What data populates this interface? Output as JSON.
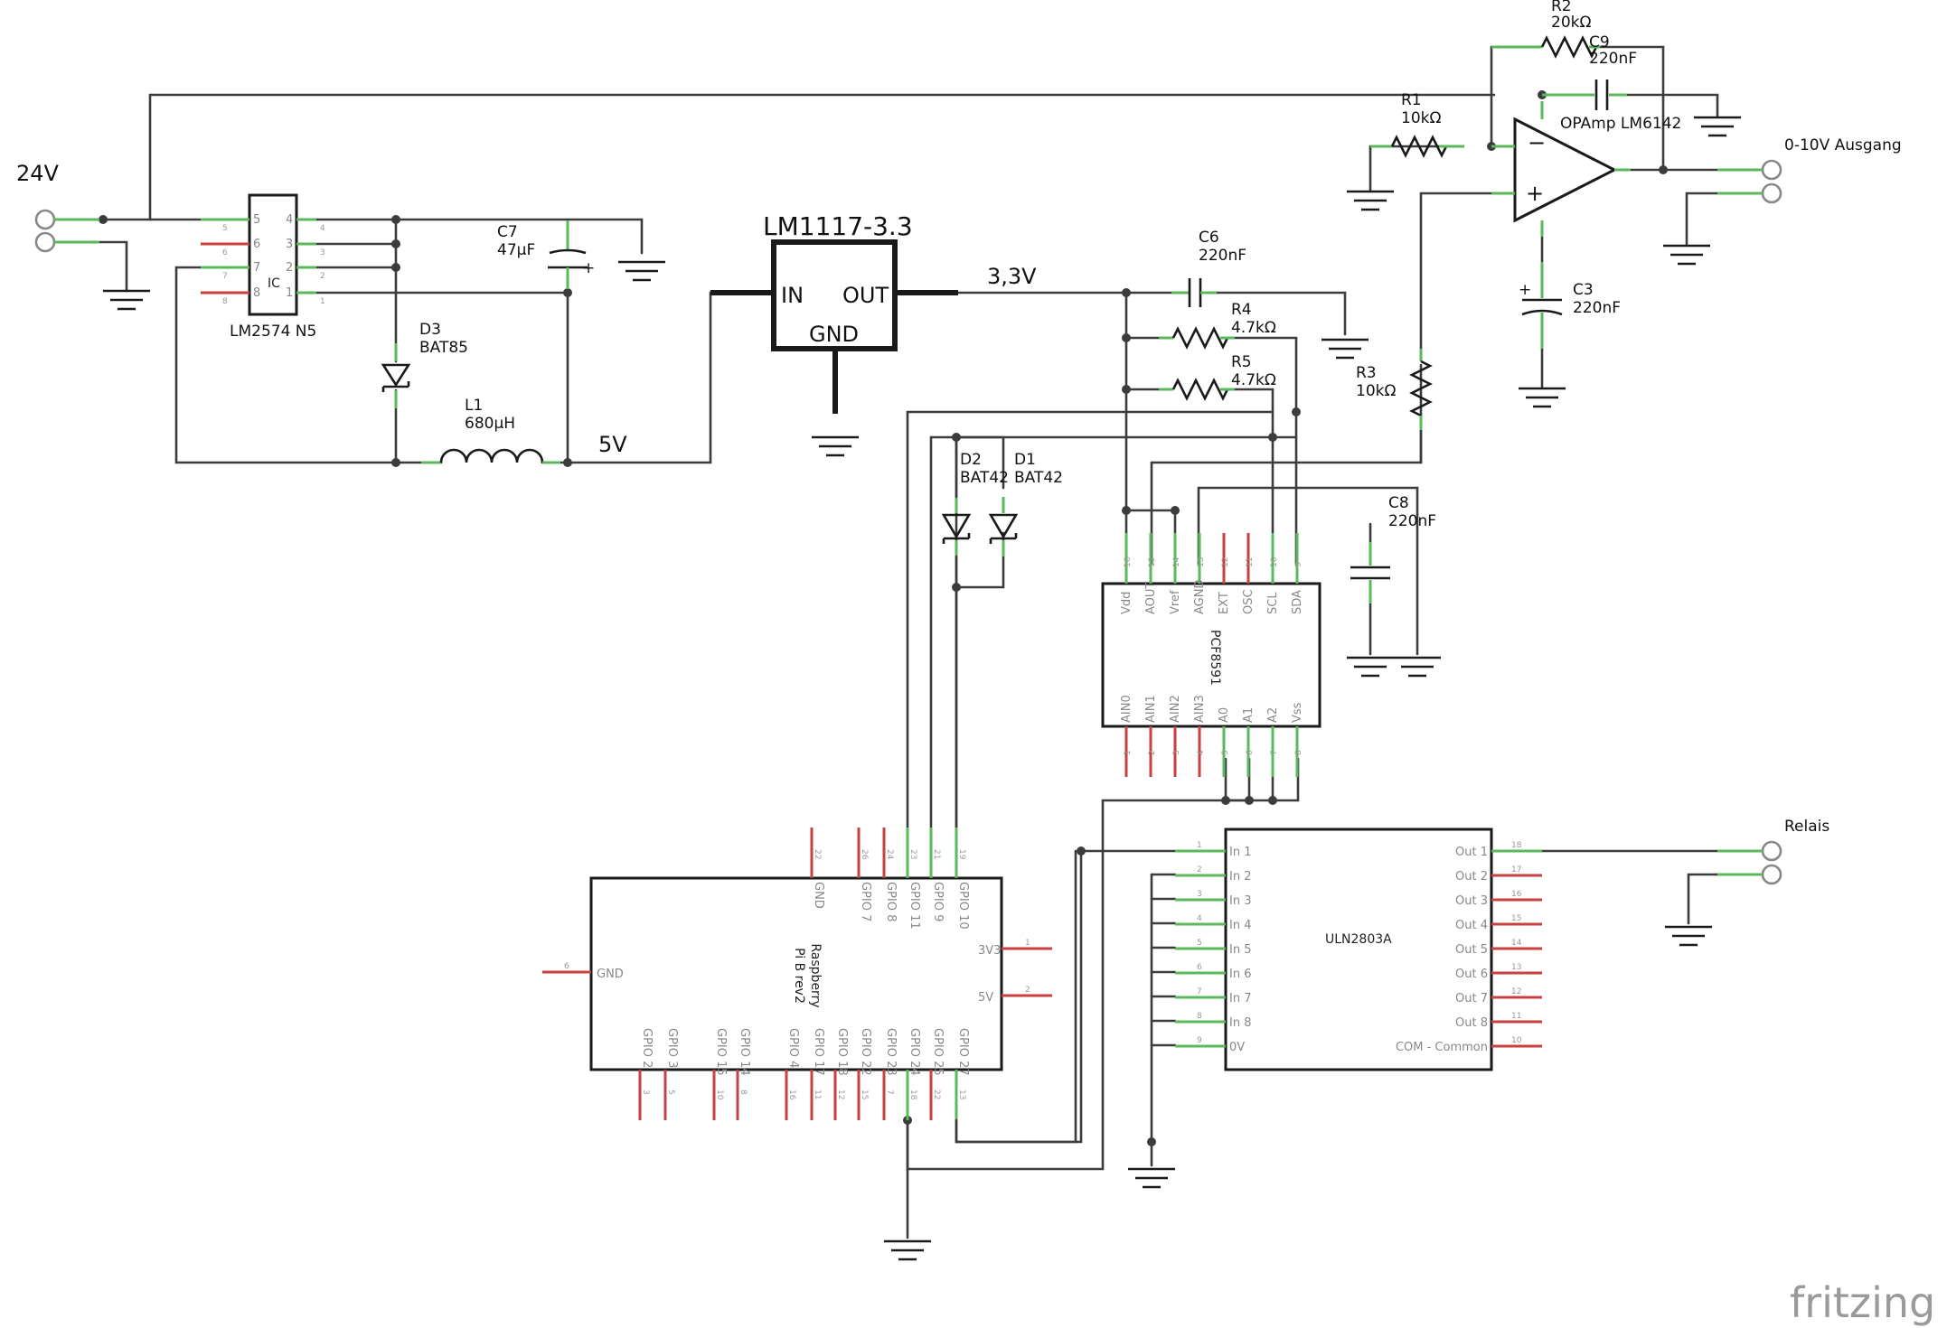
{
  "labels": {
    "v24": "24V",
    "v5": "5V",
    "v33": "3,3V",
    "out_0_10": "0-10V Ausgang",
    "relais": "Relais",
    "logo": "fritzing"
  },
  "components": {
    "lm2574": {
      "name": "LM2574 N5",
      "inner": "IC"
    },
    "lm1117": {
      "name": "LM1117-3.3",
      "in": "IN",
      "out": "OUT",
      "gnd": "GND"
    },
    "c7": {
      "ref": "C7",
      "value": "47µF"
    },
    "d3": {
      "ref": "D3",
      "value": "BAT85"
    },
    "l1": {
      "ref": "L1",
      "value": "680µH"
    },
    "c6": {
      "ref": "C6",
      "value": "220nF"
    },
    "r4": {
      "ref": "R4",
      "value": "4.7kΩ"
    },
    "r5": {
      "ref": "R5",
      "value": "4.7kΩ"
    },
    "d2": {
      "ref": "D2",
      "value": "BAT42"
    },
    "d1": {
      "ref": "D1",
      "value": "BAT42"
    },
    "r1": {
      "ref": "R1",
      "value": "10kΩ"
    },
    "r2": {
      "ref": "R2",
      "value": "20kΩ"
    },
    "c9": {
      "ref": "C9",
      "value": "220nF"
    },
    "opamp": {
      "name": "OPAmp LM6142"
    },
    "c3": {
      "ref": "C3",
      "value": "220nF"
    },
    "r3": {
      "ref": "R3",
      "value": "10kΩ"
    },
    "c8": {
      "ref": "C8",
      "value": "220nF"
    },
    "pcf8591": {
      "name": "PCF8591",
      "top_pins": [
        "Vdd",
        "AOUT",
        "Vref",
        "AGND",
        "EXT",
        "OSC",
        "SCL",
        "SDA"
      ],
      "top_nums": [
        "16",
        "15",
        "14",
        "13",
        "12",
        "11",
        "10",
        "9"
      ],
      "bottom_pins": [
        "AIN0",
        "AIN1",
        "AIN2",
        "AIN3",
        "A0",
        "A1",
        "A2",
        "Vss"
      ],
      "bottom_nums": [
        "1",
        "2",
        "3",
        "4",
        "5",
        "6",
        "7",
        "8"
      ]
    },
    "raspi": {
      "name_line1": "Raspberry",
      "name_line2": "Pi B rev2",
      "top_pins": [
        "GND",
        "GPIO 7",
        "GPIO 8",
        "GPIO 11",
        "GPIO 9",
        "GPIO 10"
      ],
      "top_nums": [
        "22",
        "26",
        "24",
        "23",
        "21",
        "19"
      ],
      "bottom_pins": [
        "GPIO 2",
        "GPIO 3",
        "GPIO 15",
        "GPIO 14",
        "GPIO 4",
        "GPIO 17",
        "GPIO 18",
        "GPIO 22",
        "GPIO 23",
        "GPIO 24",
        "GPIO 25",
        "GPIO 27"
      ],
      "bottom_nums": [
        "3",
        "5",
        "10",
        "8",
        "16",
        "11",
        "12",
        "15",
        "7",
        "18",
        "22",
        "13"
      ],
      "left_pin": "GND",
      "left_num": "6",
      "right_pins": [
        "3V3",
        "5V"
      ],
      "right_nums": [
        "1",
        "2"
      ]
    },
    "uln2803": {
      "name": "ULN2803A",
      "left_pins": [
        "In 1",
        "In 2",
        "In 3",
        "In 4",
        "In 5",
        "In 6",
        "In 7",
        "In 8",
        "0V"
      ],
      "left_nums": [
        "1",
        "2",
        "3",
        "4",
        "5",
        "6",
        "7",
        "8",
        "9"
      ],
      "right_pins": [
        "Out 1",
        "Out 2",
        "Out 3",
        "Out 4",
        "Out 5",
        "Out 6",
        "Out 7",
        "Out 8",
        "COM - Common"
      ],
      "right_nums": [
        "18",
        "17",
        "16",
        "15",
        "14",
        "13",
        "12",
        "11",
        "10"
      ]
    }
  }
}
